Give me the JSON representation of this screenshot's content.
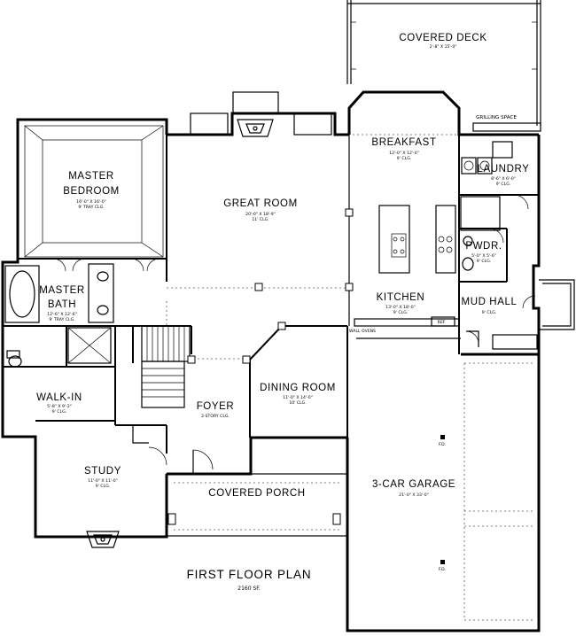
{
  "plan": {
    "title": "FIRST FLOOR PLAN",
    "area": "2160 SF.",
    "rooms": {
      "covered_deck": {
        "name": "COVERED DECK",
        "dims": "2'-8\" X 15'-0\""
      },
      "grilling": {
        "name": "GRILLING SPACE"
      },
      "breakfast": {
        "name": "BREAKFAST",
        "dims": "12'-0\" X 12'-0\"",
        "clg": "9' CLG."
      },
      "laundry": {
        "name": "LAUNDRY",
        "dims": "8'-6\" X 6'-0\"",
        "clg": "9' CLG."
      },
      "master_bedroom": {
        "line1": "MASTER",
        "line2": "BEDROOM",
        "dims": "16'-0\" X 16'-0\"",
        "clg": "9' TRAY CLG."
      },
      "great_room": {
        "name": "GREAT ROOM",
        "dims": "20'-0\" X 18'-9\"",
        "clg": "11' CLG."
      },
      "pwdr": {
        "name": "PWDR.",
        "dims": "5'-0\" X 5'-6\"",
        "clg": "9' CLG."
      },
      "master_bath": {
        "line1": "MASTER",
        "line2": "BATH",
        "dims": "12'-6\" X 12'-6\"",
        "clg": "9' TRAY CLG."
      },
      "kitchen": {
        "name": "KITCHEN",
        "dims": "13'-0\" X 18'-0\"",
        "clg": "9' CLG."
      },
      "mud_hall": {
        "name": "MUD HALL",
        "clg": "9' CLG."
      },
      "walk_in": {
        "name": "WALK-IN",
        "dims": "5'-8\" X 9'-2\"",
        "clg": "9' CLG."
      },
      "foyer": {
        "name": "FOYER",
        "clg": "2-STORY CLG."
      },
      "dining": {
        "name": "DINING ROOM",
        "dims": "11'-0\" X 14'-0\"",
        "clg": "10' CLG."
      },
      "study": {
        "name": "STUDY",
        "dims": "11'-0\" X 11'-0\"",
        "clg": "9' CLG."
      },
      "covered_porch": {
        "name": "COVERED PORCH"
      },
      "garage": {
        "name": "3-CAR GARAGE",
        "dims": "21'-0\" X 33'-0\""
      }
    },
    "notes": {
      "ref": "REF",
      "wall_oven": "WALL OVENS",
      "fd": "F.D."
    }
  }
}
